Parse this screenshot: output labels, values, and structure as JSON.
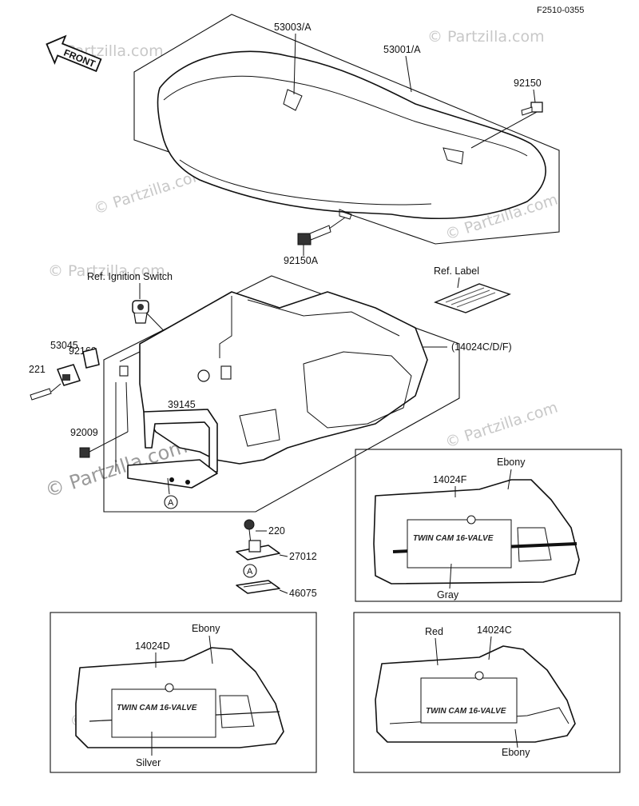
{
  "figure_code": "F2510-0355",
  "watermark": "© Partzilla.com",
  "front_label": "FRONT",
  "parts": {
    "seat": "53001/A",
    "seat_emblem": "53003/A",
    "bolt_rear": "92150",
    "bolt_front": "92150A",
    "ref_ignition": "Ref. Ignition Switch",
    "ref_label": "Ref. Label",
    "cowl": "(14024C/D/F)",
    "grommet": "92160",
    "bracket_clip": "53045",
    "bolt_221": "221",
    "handle": "39145",
    "bolt_92009": "92009",
    "screw_220": "220",
    "latch": "27012",
    "latch_plate": "46075",
    "ref_a": "A"
  },
  "variants": {
    "f": {
      "part": "14024F",
      "color_top": "Ebony",
      "color_bottom": "Gray",
      "decal": "TWIN CAM 16-VALVE"
    },
    "d": {
      "part": "14024D",
      "color_top": "Ebony",
      "color_bottom": "Silver",
      "decal": "TWIN CAM 16-VALVE"
    },
    "c": {
      "part": "14024C",
      "color_top": "Red",
      "color_bottom": "Ebony",
      "decal": "TWIN CAM 16-VALVE"
    }
  }
}
